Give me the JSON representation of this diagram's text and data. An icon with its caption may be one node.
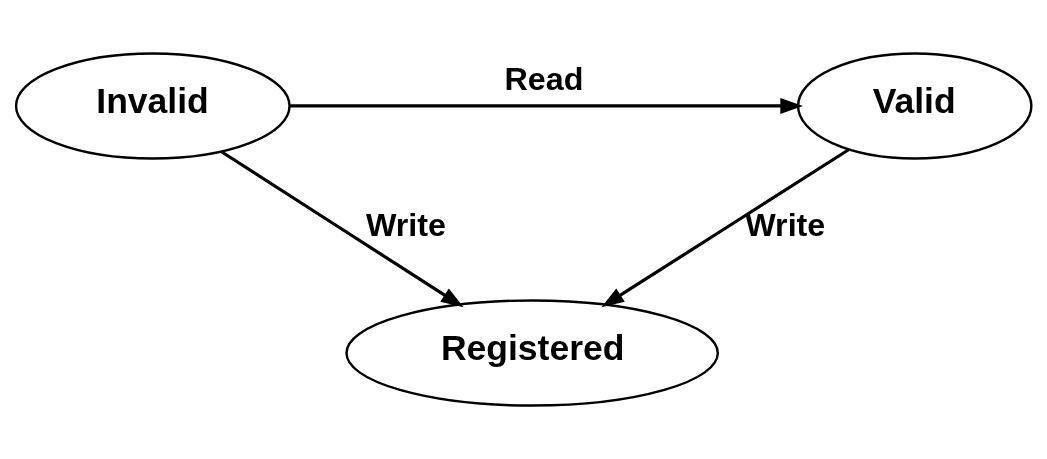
{
  "diagram": {
    "nodes": [
      {
        "text": [
          "Invalid"
        ]
      },
      {
        "text": [
          "Valid"
        ]
      },
      {
        "text": [
          "Registered"
        ]
      }
    ],
    "edges": [
      {
        "from": 0,
        "to": 1,
        "arrow": "to",
        "label": "Read"
      },
      {
        "from": 0,
        "to": 2,
        "arrow": "to",
        "label": "Write"
      },
      {
        "from": 1,
        "to": 2,
        "arrow": "to",
        "label": "Write"
      }
    ]
  }
}
